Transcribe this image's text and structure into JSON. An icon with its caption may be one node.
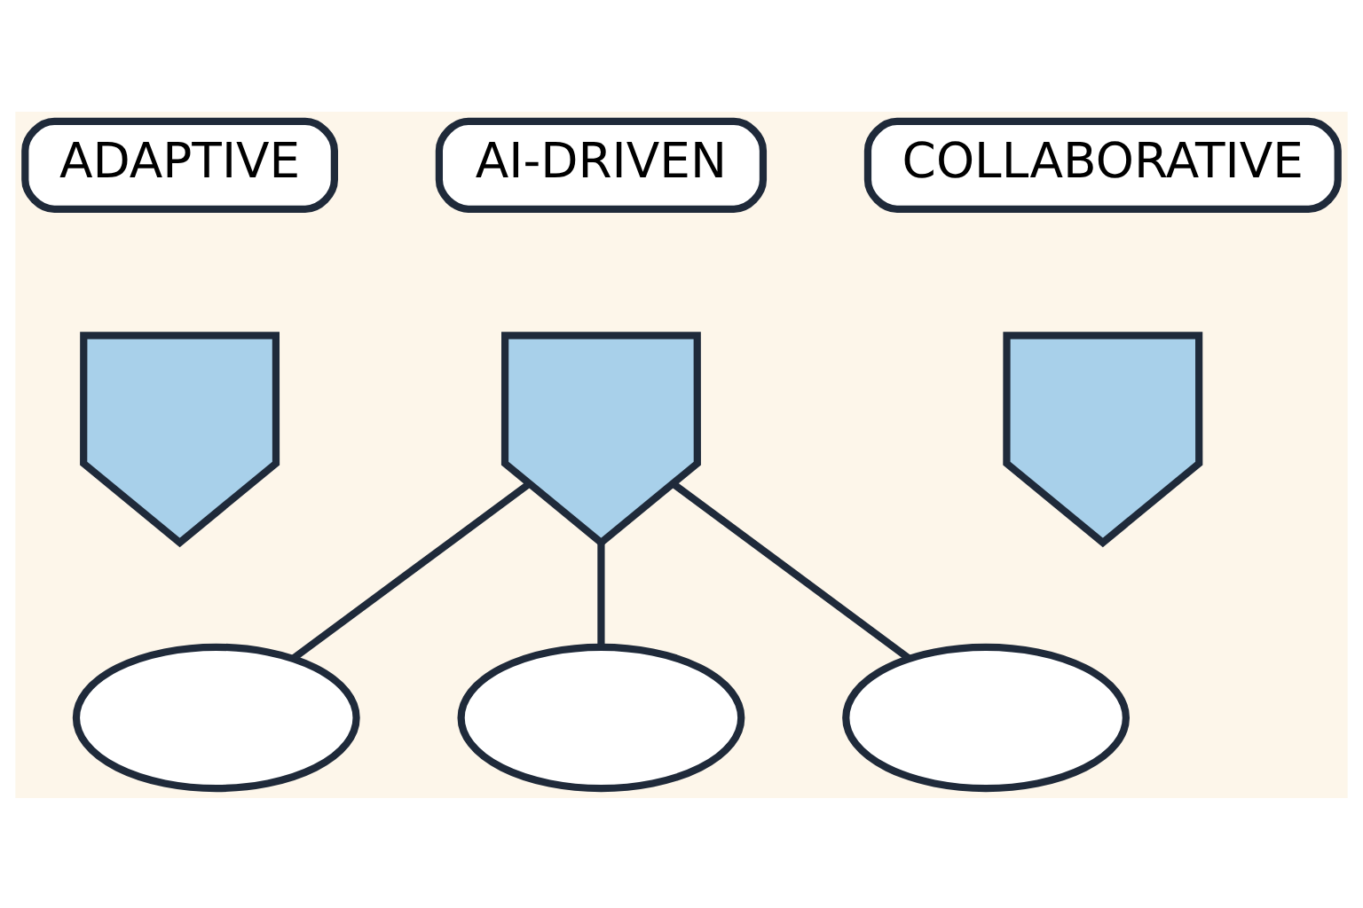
{
  "diagram": {
    "nodes": [
      {
        "text": [
          "ADAPTIVE"
        ]
      },
      {
        "text": [
          "AI-DRIVEN"
        ]
      },
      {
        "text": [
          "COLLABORATIVE"
        ]
      },
      {
        "text": [],
        "shape": "shield"
      },
      {
        "text": [],
        "shape": "shield"
      },
      {
        "text": [],
        "shape": "shield"
      },
      {
        "text": [],
        "shape": "cloud"
      },
      {
        "text": [],
        "shape": "cloud"
      },
      {
        "text": [],
        "shape": "cloud"
      }
    ],
    "edges": [
      {
        "from": 4,
        "to": 6,
        "arrow": "none"
      },
      {
        "from": 4,
        "to": 7,
        "arrow": "none"
      },
      {
        "from": 4,
        "to": 8,
        "arrow": "none"
      }
    ]
  }
}
